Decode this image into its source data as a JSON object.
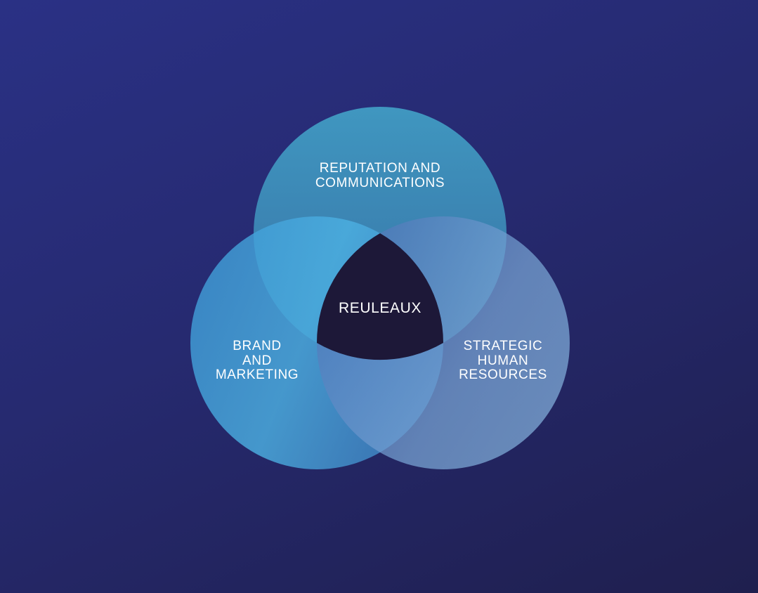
{
  "diagram": {
    "circles": [
      {
        "id": "top",
        "label": "REPUTATION AND\nCOMMUNICATIONS"
      },
      {
        "id": "left",
        "label": "BRAND\nAND\nMARKETING"
      },
      {
        "id": "right",
        "label": "STRATEGIC\nHUMAN\nRESOURCES"
      }
    ],
    "center_label": "REULEAUX",
    "colors": {
      "background_start": "#2a3185",
      "background_end": "#1f1f4e",
      "top_circle": "#3b9fc4",
      "left_circle": "#46ade0",
      "right_circle": "#79a9d8",
      "center": "#1d1838",
      "label_text": "#ffffff"
    }
  }
}
